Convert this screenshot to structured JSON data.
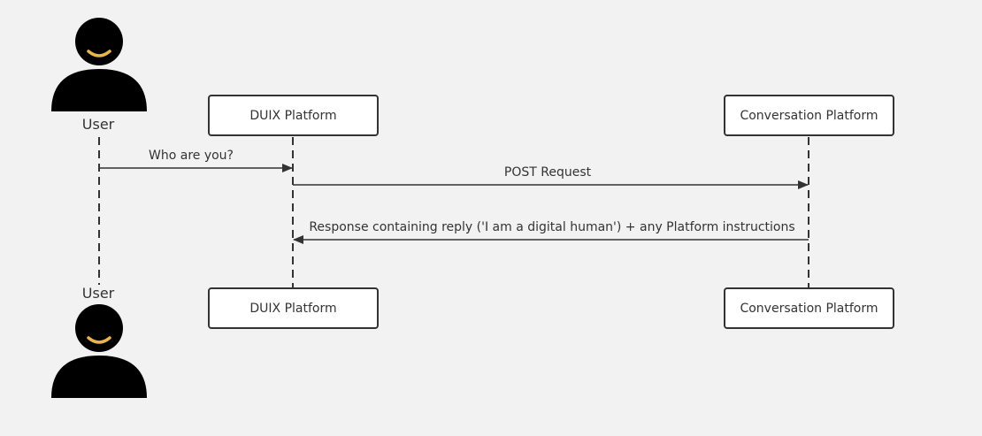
{
  "participants": {
    "user": {
      "label": "User"
    },
    "duix": {
      "label": "DUIX Platform"
    },
    "conversation": {
      "label": "Conversation Platform"
    }
  },
  "messages": [
    {
      "from": "user",
      "to": "duix",
      "text": "Who are you?"
    },
    {
      "from": "duix",
      "to": "conversation",
      "text": "POST Request"
    },
    {
      "from": "conversation",
      "to": "duix",
      "text": "Response containing reply ('I am a digital human') + any Platform instructions"
    }
  ],
  "colors": {
    "background": "#f2f2f2",
    "line": "#333333",
    "actor": "#000000",
    "smile": "#e8b64a"
  }
}
